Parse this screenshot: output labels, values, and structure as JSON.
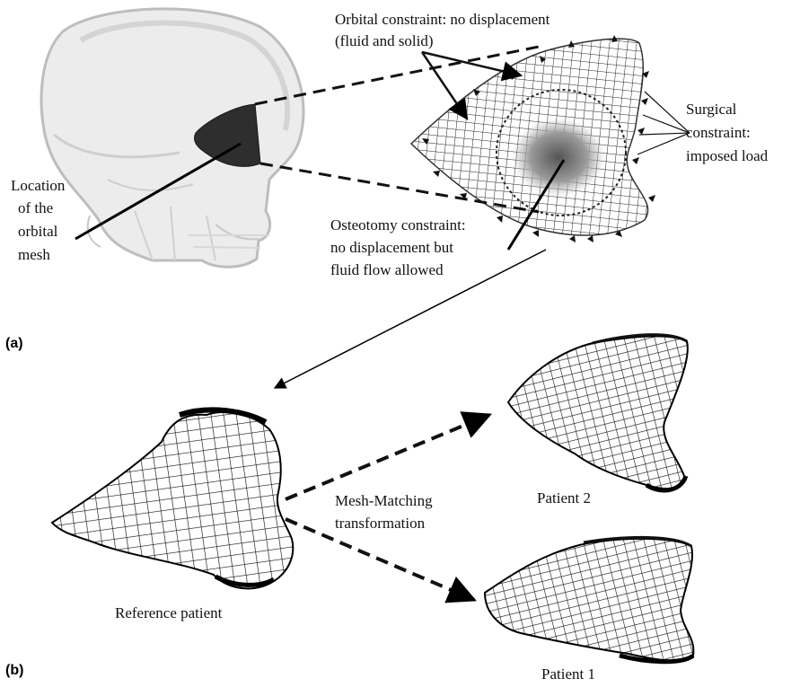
{
  "panels": {
    "a": "(a)",
    "b": "(b)"
  },
  "labels": {
    "orbital_constraint_1": "Orbital constraint: no displacement",
    "orbital_constraint_2": "(fluid and solid)",
    "surgical_1": "Surgical",
    "surgical_2": "constraint:",
    "surgical_3": "imposed load",
    "location_1": "Location",
    "location_2": "of the",
    "location_3": "orbital",
    "location_4": "mesh",
    "osteotomy_1": "Osteotomy constraint:",
    "osteotomy_2": "no displacement but",
    "osteotomy_3": "fluid flow allowed",
    "mesh_matching_1": "Mesh-Matching",
    "mesh_matching_2": "transformation",
    "reference_patient": "Reference patient",
    "patient_2": "Patient 2",
    "patient_1": "Patient 1"
  },
  "icons": [
    "skull-illustration",
    "orbital-mesh",
    "constraint-arrowhead"
  ]
}
